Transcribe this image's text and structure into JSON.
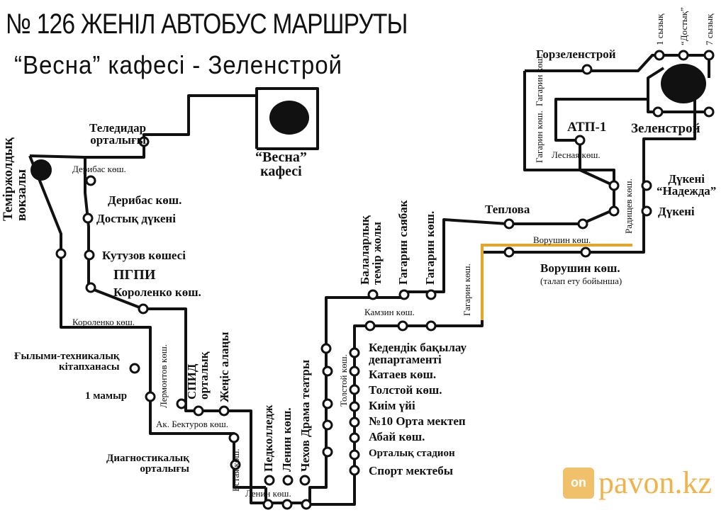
{
  "title": "№ 126 ЖЕНІЛ АВТОБУС МАРШРУТЫ",
  "subtitle": "“Весна” кафесі - Зеленстрой",
  "colors": {
    "route": "#111111",
    "detour": "#e4a624",
    "watermark": "#f1b24a"
  },
  "terminals": {
    "vesna": "“Весна”\nкафесі",
    "zelenstroy": "Зеленстрой",
    "station": "Теміржолдық\nвокзалы"
  },
  "stops": {
    "teledidar": "Теледидар\nорталығы",
    "deribas_small": "Дерибас көш.",
    "deribas": "Дерибас көш.",
    "dostyk": "Достық дүкені",
    "kutuzov": "Кутузов көшесі",
    "pgpi": "ПГПИ",
    "korolenko": "Короленко көш.",
    "korolenko_small": "Короленко көш.",
    "library": "Ғылыми-техникалық\nкітапханасы",
    "mamyr": "1 мамыр",
    "lermontov": "Лермонтов көш.",
    "spid": "СПИД\nорталық",
    "zhenis": "Жеңіс алаңы",
    "bekturov": "Ак. Бектуров көш.",
    "diagnostic": "Диагностикалық\nорталығы",
    "estaya": "Естая көш.",
    "pedcollege": "Педколледж",
    "lenin_v": "Ленин көш.",
    "chekhov": "Чехов Драма театры",
    "lenin_h": "Ленин көш.",
    "tolstoy_v": "Толстой көш.",
    "customs": "Кедендік бақылау\nдепартаменті",
    "kataev": "Катаев көш.",
    "tolstoy": "Толстой көш.",
    "kiim": "Киім үйі",
    "school10": "№10 Орта мектеп",
    "abay": "Абай көш.",
    "stadium": "Орталық стадион",
    "sport": "Спорт мектебы",
    "kamzin": "Камзин көш.",
    "gagarin_v": "Гагарин көш.",
    "balalar": "Балаларлық\nтемір жолы",
    "gagarin_park": "Гагарин саябак",
    "gagarin_str": "Гагарин көш.",
    "teplova": "Теплова",
    "vorushin_small": "Ворушин көш.",
    "vorushin": "Ворушин көш.",
    "vorushin_note": "(талап ету бойынша)",
    "radishchev": "Радищев көш.",
    "nadezhda": "Дүкені\n“Надежда”",
    "dukeni": "Дүкені",
    "lesnaya": "Лесная көш.",
    "atp": "АТП-1",
    "gagarin_top": "Гагарин көш.",
    "gagarin_top2": "Гагарин көш.",
    "gorzelenstroy": "Горзеленстрой",
    "line1": "1 сызық",
    "dostyk_line": "“Достық”",
    "line7": "7 сызық"
  },
  "watermark": {
    "badge": "on",
    "text": "pavon.kz"
  }
}
